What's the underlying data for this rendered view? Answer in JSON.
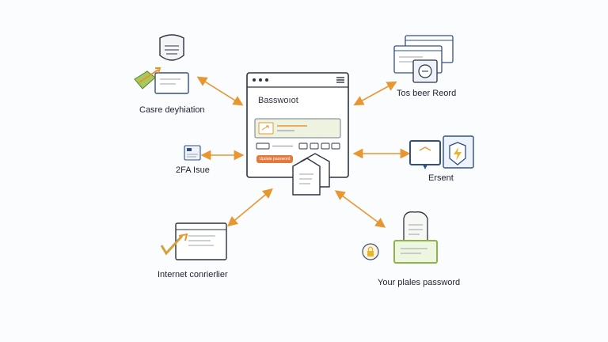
{
  "center": {
    "title": "Basswoıot",
    "button_label": "Update password"
  },
  "nodes": [
    {
      "id": "top-left",
      "label": "Casre deyhiation",
      "icon": "shield-document-icon"
    },
    {
      "id": "mid-left",
      "label": "2FA Isue",
      "icon": "small-form-icon"
    },
    {
      "id": "bottom-left",
      "label": "Internet conrierlier",
      "icon": "browser-check-icon"
    },
    {
      "id": "top-right",
      "label": "Tos beer Reord",
      "icon": "stacked-windows-icon"
    },
    {
      "id": "mid-right",
      "label": "Ersent",
      "icon": "lightning-badge-icon"
    },
    {
      "id": "bottom-right",
      "label": "Your plales password",
      "icon": "lock-card-icon"
    }
  ],
  "colors": {
    "accent": "#e8962f",
    "navy": "#2f4f86",
    "outline": "#2b3342",
    "green": "#8db54a",
    "cta": "#e27a3d"
  }
}
